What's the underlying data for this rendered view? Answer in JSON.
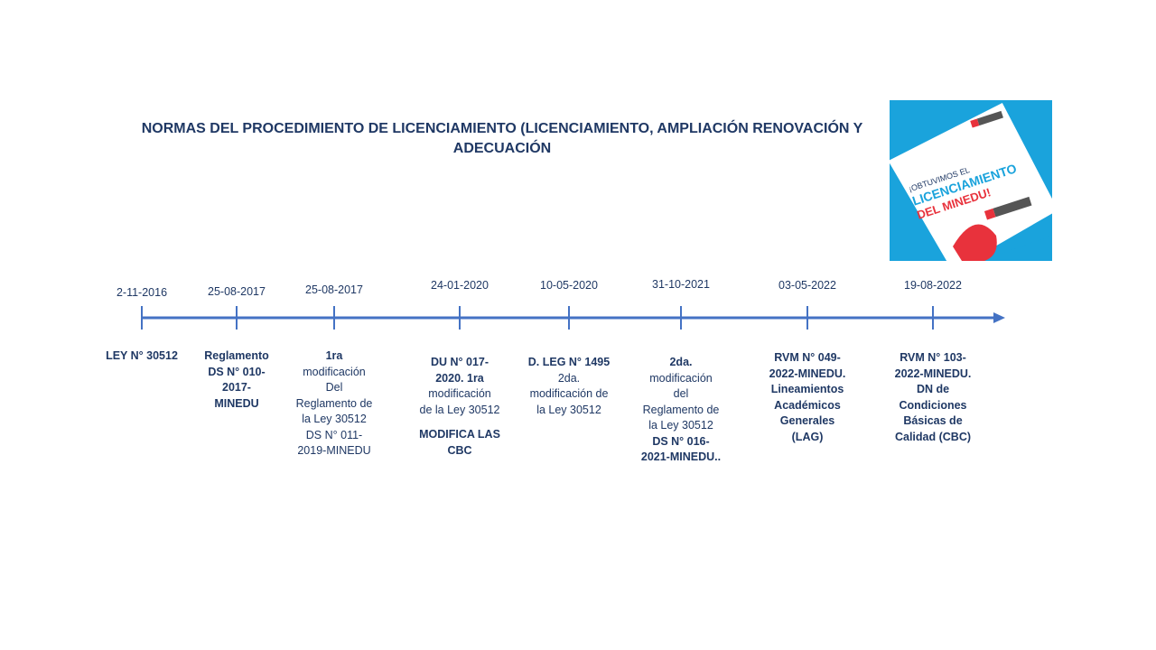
{
  "title": {
    "line1": "NORMAS DEL PROCEDIMIENTO DE LICENCIAMIENTO (LICENCIAMIENTO, AMPLIACIÓN RENOVACIÓN Y",
    "line2": "ADECUACIÓN"
  },
  "colors": {
    "axis": "#4472c4",
    "text": "#1f3864",
    "photo_bg": "#1aa3dc",
    "accent_red": "#e8323c"
  },
  "photo": {
    "line1": "¡OBTUVIMOS EL",
    "line2": "LICENCIAMIENTO",
    "line3": "DEL MINEDU!"
  },
  "events": [
    {
      "date": "2-11-2016",
      "lines": [
        {
          "t": "LEY N° 30512",
          "b": true
        }
      ]
    },
    {
      "date": "25-08-2017",
      "lines": [
        {
          "t": "Reglamento",
          "b": true
        },
        {
          "t": "DS N° 010-",
          "b": true
        },
        {
          "t": "2017-",
          "b": true
        },
        {
          "t": "MINEDU",
          "b": true
        }
      ]
    },
    {
      "date": "25-08-2017",
      "lines": [
        {
          "t": "1ra",
          "b": true
        },
        {
          "t": "modificación",
          "b": false
        },
        {
          "t": "Del",
          "b": false
        },
        {
          "t": "Reglamento de",
          "b": false
        },
        {
          "t": "la Ley 30512",
          "b": false
        },
        {
          "t": "DS N° 011-",
          "b": false
        },
        {
          "t": "2019-MINEDU",
          "b": false
        }
      ]
    },
    {
      "date": "24-01-2020",
      "lines": [
        {
          "t": "DU N° 017-",
          "b": true
        },
        {
          "t": "2020. 1ra",
          "b": true
        },
        {
          "t": "modificación",
          "b": false
        },
        {
          "t": "de la Ley 30512",
          "b": false
        },
        {
          "t": "MODIFICA LAS",
          "b": true,
          "gap": true
        },
        {
          "t": "CBC",
          "b": true
        }
      ]
    },
    {
      "date": "10-05-2020",
      "lines": [
        {
          "t": "D. LEG N° 1495",
          "b": true
        },
        {
          "t": "2da.",
          "b": false
        },
        {
          "t": "modificación  de",
          "b": false
        },
        {
          "t": "la Ley 30512",
          "b": false
        }
      ]
    },
    {
      "date": "31-10-2021",
      "lines": [
        {
          "t": "2da.",
          "b": true
        },
        {
          "t": "modificación",
          "b": false
        },
        {
          "t": "del",
          "b": false
        },
        {
          "t": "Reglamento de",
          "b": false
        },
        {
          "t": "la Ley 30512",
          "b": false
        },
        {
          "t": "DS N° 016-",
          "b": true
        },
        {
          "t": "2021-MINEDU..",
          "b": true
        }
      ]
    },
    {
      "date": "03-05-2022",
      "lines": [
        {
          "t": "RVM N° 049-",
          "b": true
        },
        {
          "t": "2022-MINEDU.",
          "b": true
        },
        {
          "t": "Lineamientos",
          "b": true
        },
        {
          "t": "Académicos",
          "b": true
        },
        {
          "t": "Generales",
          "b": true
        },
        {
          "t": "(LAG)",
          "b": true
        }
      ]
    },
    {
      "date": "19-08-2022",
      "lines": [
        {
          "t": "RVM N° 103-",
          "b": true
        },
        {
          "t": "2022-MINEDU.",
          "b": true
        },
        {
          "t": "DN de",
          "b": true
        },
        {
          "t": "Condiciones",
          "b": true
        },
        {
          "t": "Básicas de",
          "b": true
        },
        {
          "t": "Calidad (CBC)",
          "b": true
        }
      ]
    }
  ]
}
